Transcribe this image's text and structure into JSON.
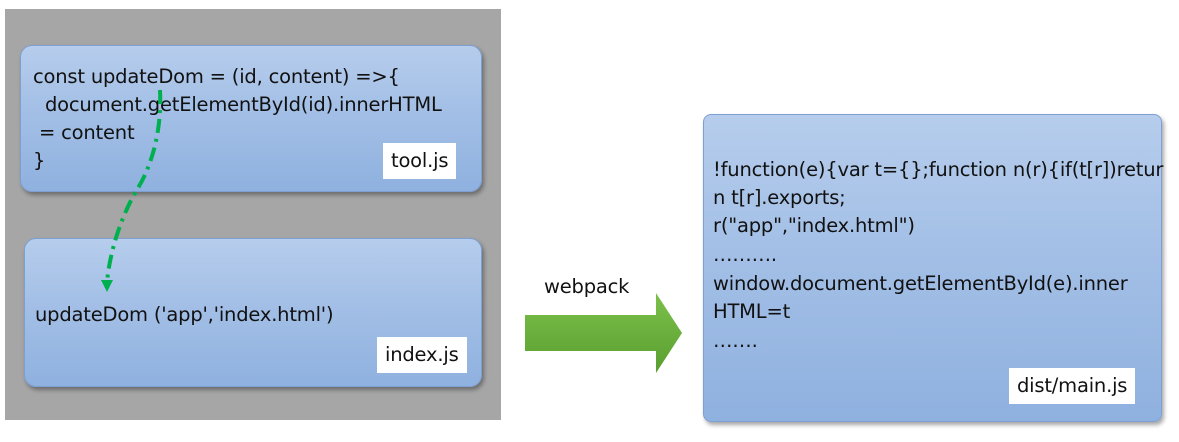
{
  "tool_card": {
    "lines": [
      "const updateDom = (id, content) =>{",
      "  document.getElementById(id).innerHTML",
      " = content",
      "}"
    ],
    "label": "tool.js"
  },
  "index_card": {
    "lines": [
      "updateDom ('app','index.html')"
    ],
    "label": "index.js"
  },
  "transform": {
    "label": "webpack"
  },
  "main_card": {
    "lines": [
      "!function(e){var t={};function n(r){if(t[r])retur",
      "n t[r].exports;",
      "r(\"app\",\"index.html\")",
      "……….",
      "window.document.getElementById(e).inner",
      "HTML=t",
      "……."
    ],
    "label": "dist/main.js"
  },
  "colors": {
    "panel_background": "#a6a6a6",
    "card_fill": "#a3bfe6",
    "flow_arrow": "#00b050",
    "webpack_arrow": "#6aae3c"
  }
}
